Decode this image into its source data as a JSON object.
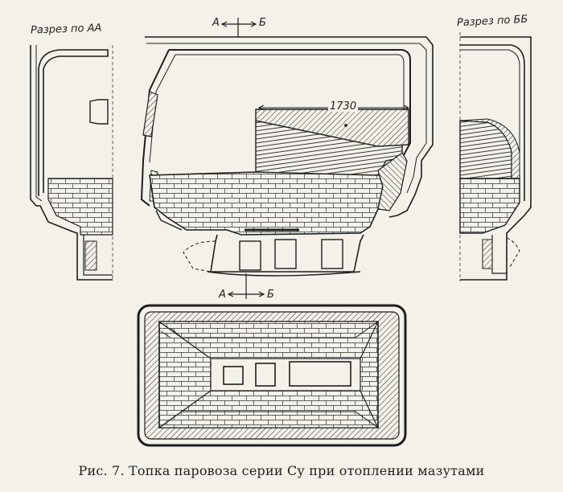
{
  "labels": {
    "section_aa": "Разрез по АА",
    "section_bb": "Разрез по ББ",
    "cut_a_top": "А",
    "cut_b_top": "Б",
    "cut_a_bottom": "А",
    "cut_b_bottom": "Б",
    "dimension": "1730"
  },
  "caption": "Рис. 7. Топка паровоза серии Су при отоплении мазутами",
  "colors": {
    "paper": "#f3f1ea",
    "ink": "#1e1e1e"
  }
}
